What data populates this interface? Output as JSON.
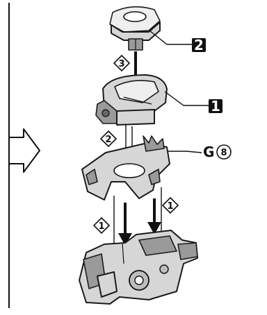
{
  "steps": {
    "step1_left": "1",
    "step1_right": "1",
    "step2": "2",
    "step3": "3"
  },
  "part_badges": {
    "part1": "1",
    "part2": "2"
  },
  "part_label": {
    "letter": "G",
    "number": "8"
  },
  "icons": [
    "flow-arrow-icon",
    "step-diamond-icon",
    "part-number-badge-icon"
  ]
}
